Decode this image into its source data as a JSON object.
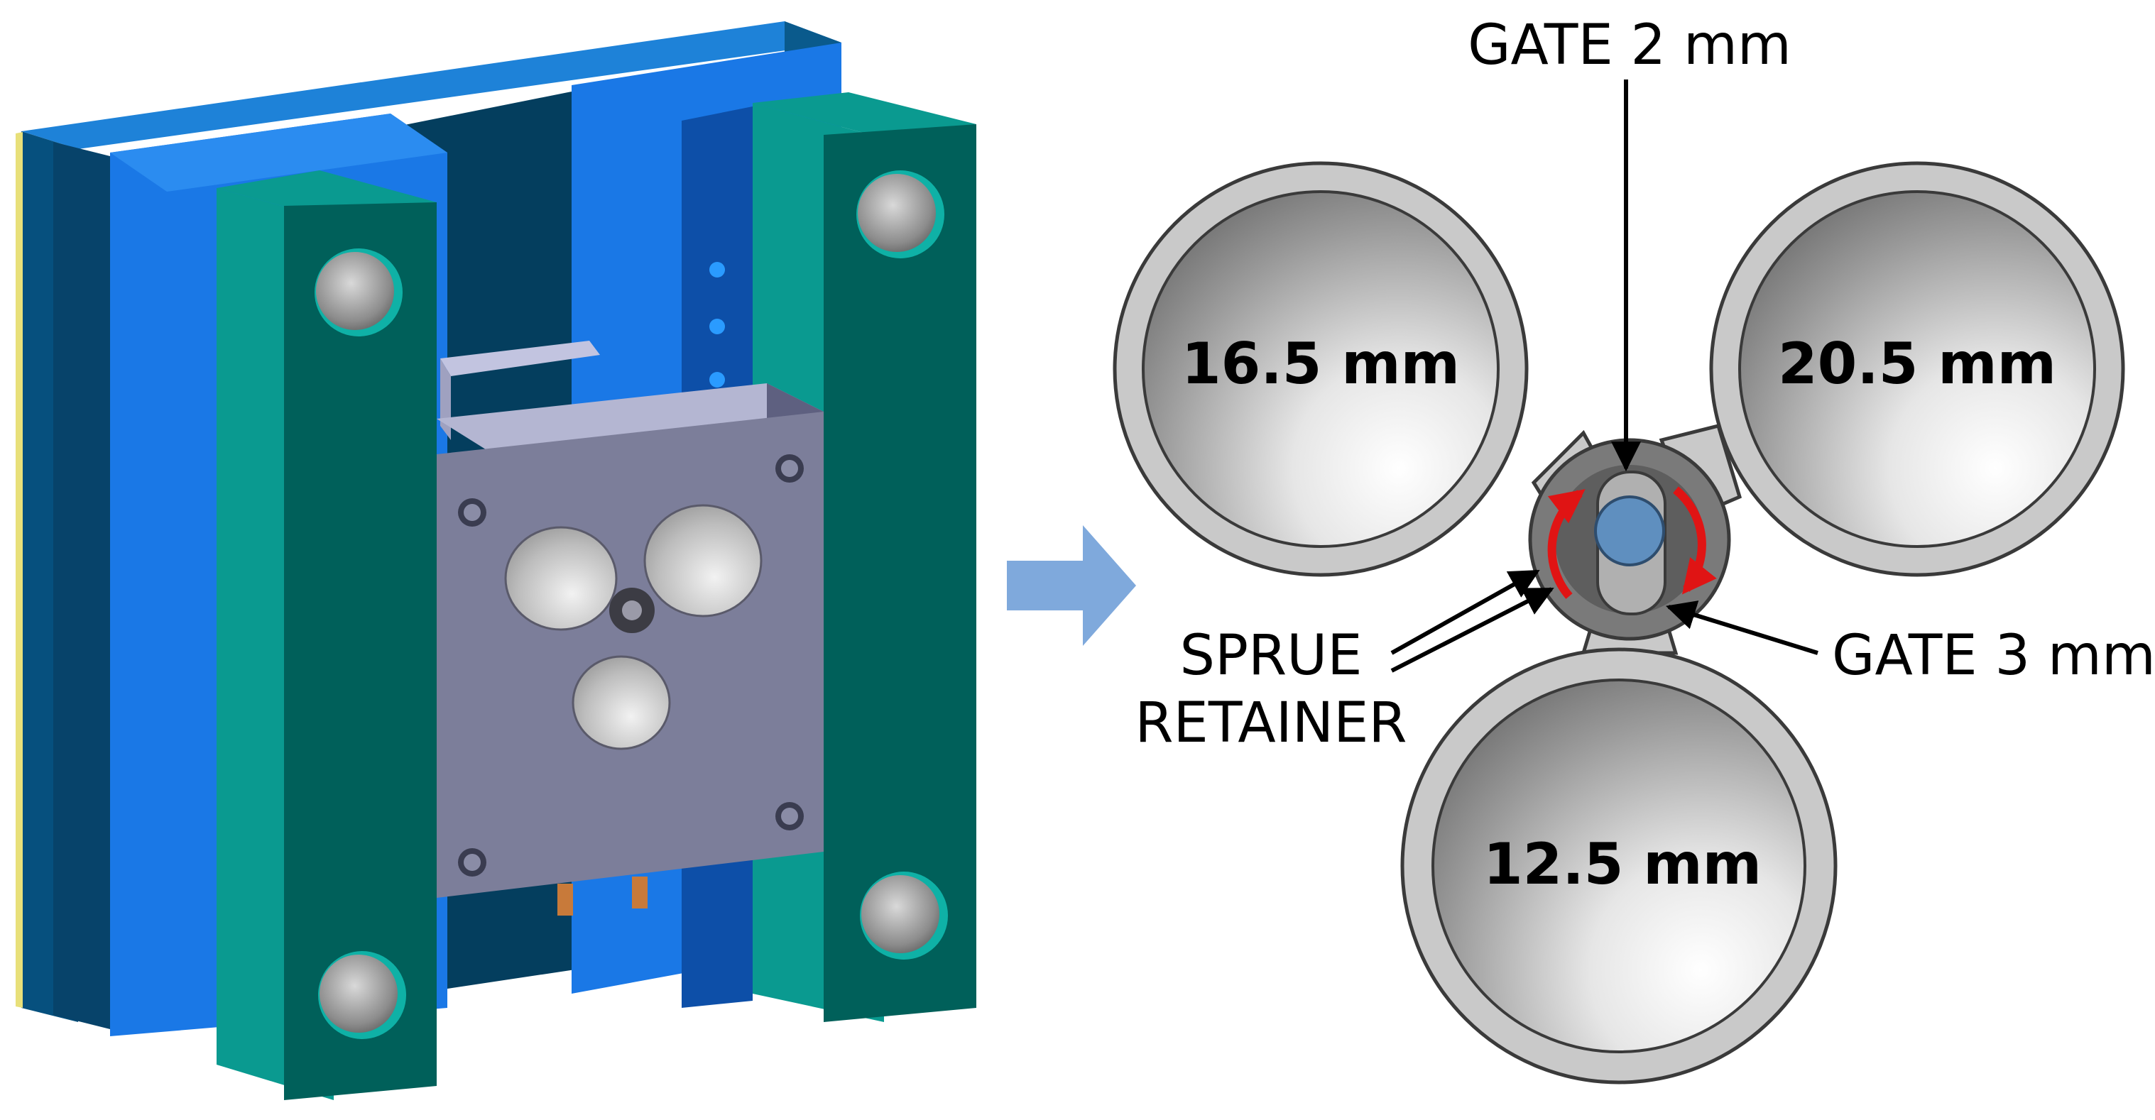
{
  "labels": {
    "gate_top": "GATE 2 mm",
    "gate_bottom": "GATE 3 mm",
    "sprue_line1": "SPRUE",
    "sprue_line2": "RETAINER"
  },
  "cavities": {
    "left": {
      "diameter_label": "16.5 mm"
    },
    "right": {
      "diameter_label": "20.5 mm"
    },
    "bottom": {
      "diameter_label": "12.5 mm"
    }
  },
  "colors": {
    "base_plate_dark": "#0a5a8c",
    "base_plate_blue": "#1a78e6",
    "clamp_teal_front": "#00605a",
    "clamp_teal_light": "#0a9a90",
    "mold_plate": "#7c7e9a",
    "mold_plate_top": "#b4b6d2",
    "cavity_ring": "#c9c9c9",
    "arrow_blue": "#7fa9dc",
    "rotation_arrow": "#e01414",
    "sprue_blue": "#5f8fbf"
  },
  "icons": {
    "flow_arrow": "right-arrow-icon",
    "rotation": "rotation-arrow-icon"
  }
}
